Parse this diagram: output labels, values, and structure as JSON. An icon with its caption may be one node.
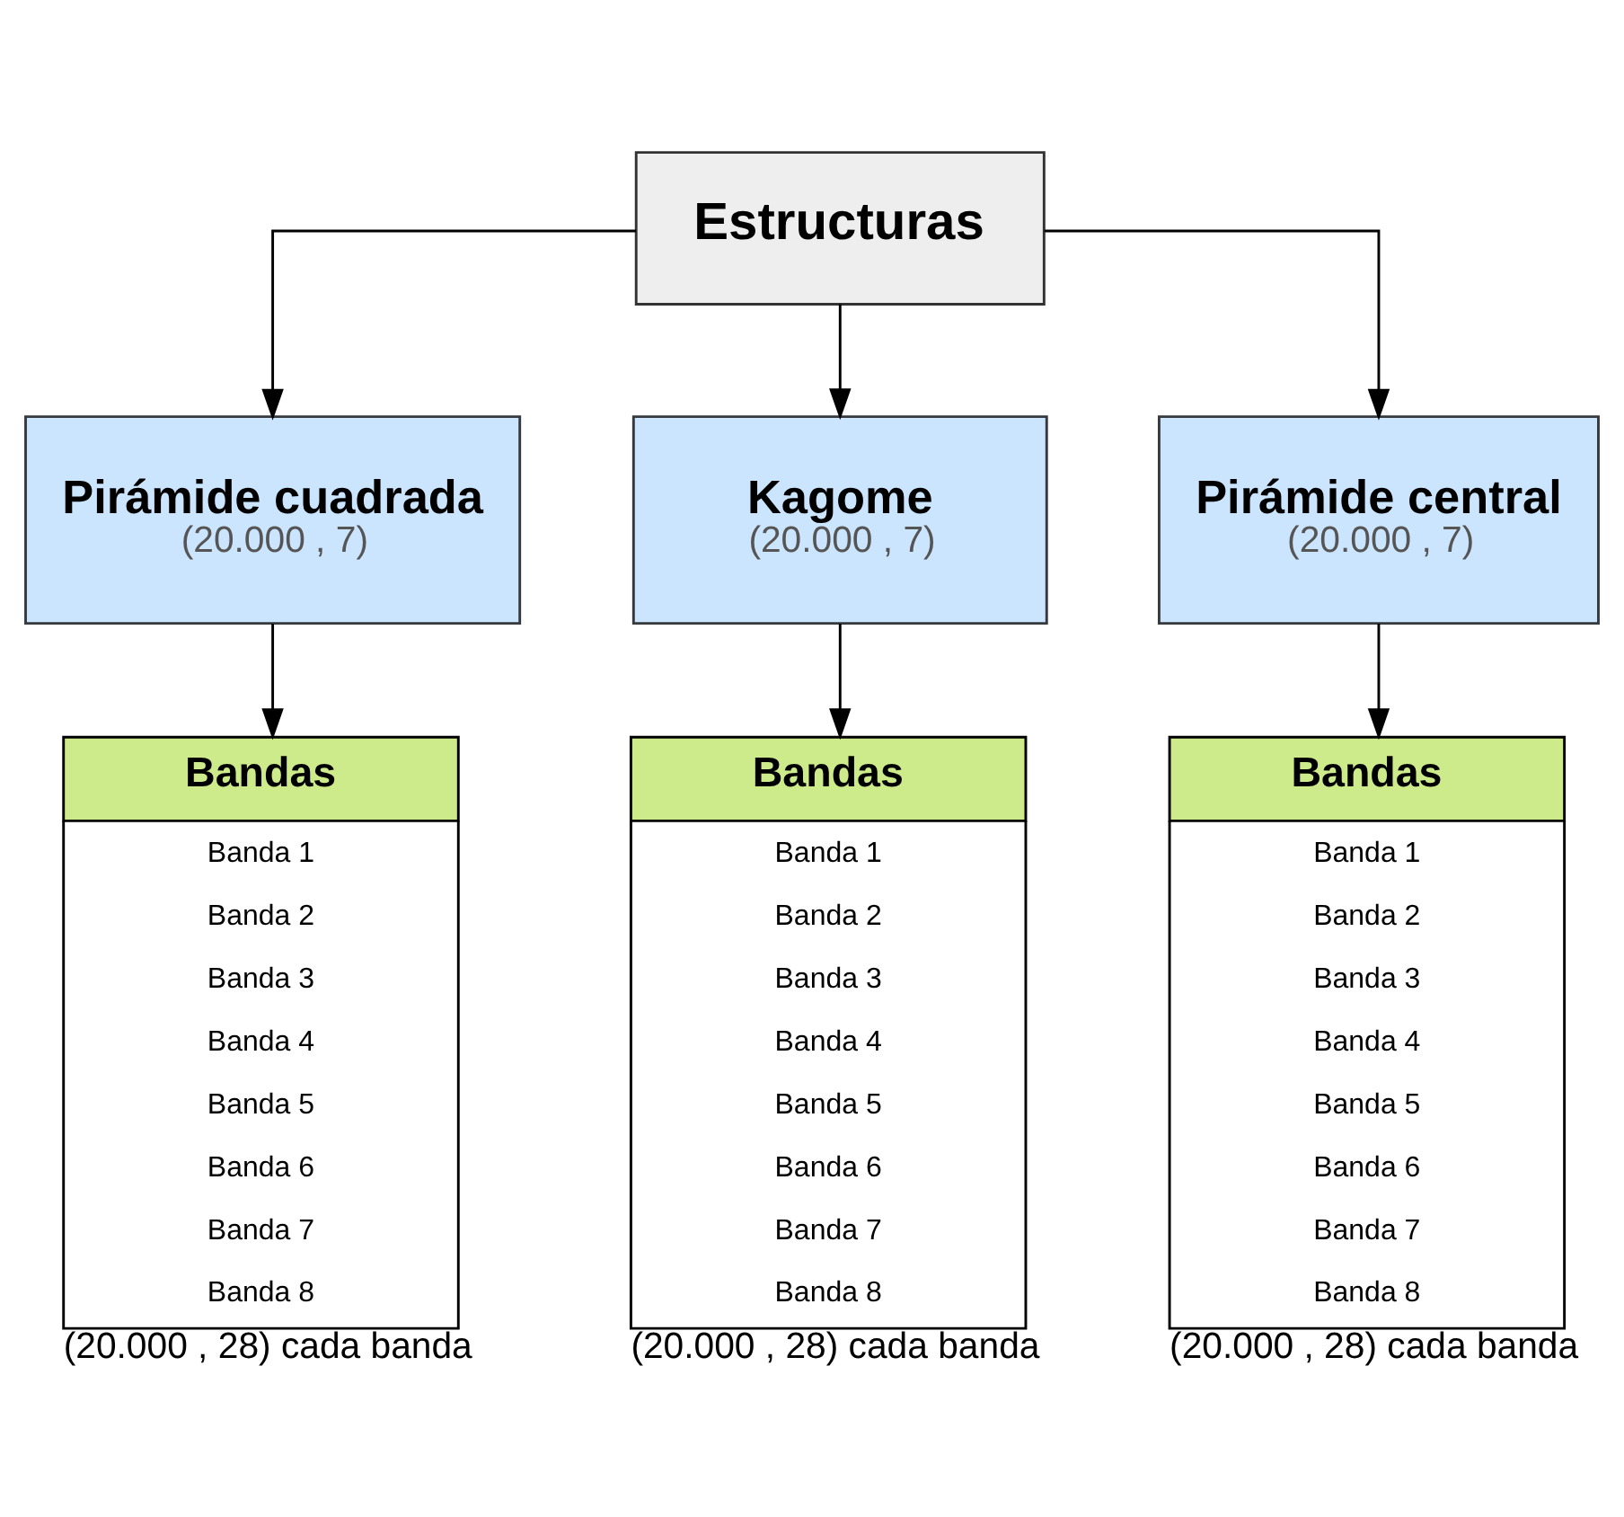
{
  "diagram": {
    "nodes": [
      {
        "text": [
          "Estructuras"
        ]
      },
      {
        "text": [
          "Pirámide cuadrada",
          "(20.000 , 7)"
        ]
      },
      {
        "text": [
          "Kagome",
          "(20.000 , 7)"
        ]
      },
      {
        "text": [
          "Pirámide central",
          "(20.000 , 7)"
        ]
      },
      {
        "text": [
          "Bandas",
          "Banda 1",
          "Banda 2",
          "Banda 3",
          "Banda 4",
          "Banda 5",
          "Banda 6",
          "Banda 7",
          "Banda 8"
        ],
        "beside": [
          "(20.000 , 28) cada banda"
        ]
      },
      {
        "text": [
          "Bandas",
          "Banda 1",
          "Banda 2",
          "Banda 3",
          "Banda 4",
          "Banda 5",
          "Banda 6",
          "Banda 7",
          "Banda 8"
        ],
        "beside": [
          "(20.000 , 28) cada banda"
        ]
      },
      {
        "text": [
          "Bandas",
          "Banda 1",
          "Banda 2",
          "Banda 3",
          "Banda 4",
          "Banda 5",
          "Banda 6",
          "Banda 7",
          "Banda 8"
        ],
        "beside": [
          "(20.000 , 28) cada banda"
        ]
      }
    ],
    "edges": [
      {
        "from": 0,
        "to": 1,
        "arrow": "to"
      },
      {
        "from": 0,
        "to": 2,
        "arrow": "to"
      },
      {
        "from": 0,
        "to": 3,
        "arrow": "to"
      },
      {
        "from": 1,
        "to": 4,
        "arrow": "to"
      },
      {
        "from": 2,
        "to": 5,
        "arrow": "to"
      },
      {
        "from": 3,
        "to": 6,
        "arrow": "to"
      }
    ]
  }
}
